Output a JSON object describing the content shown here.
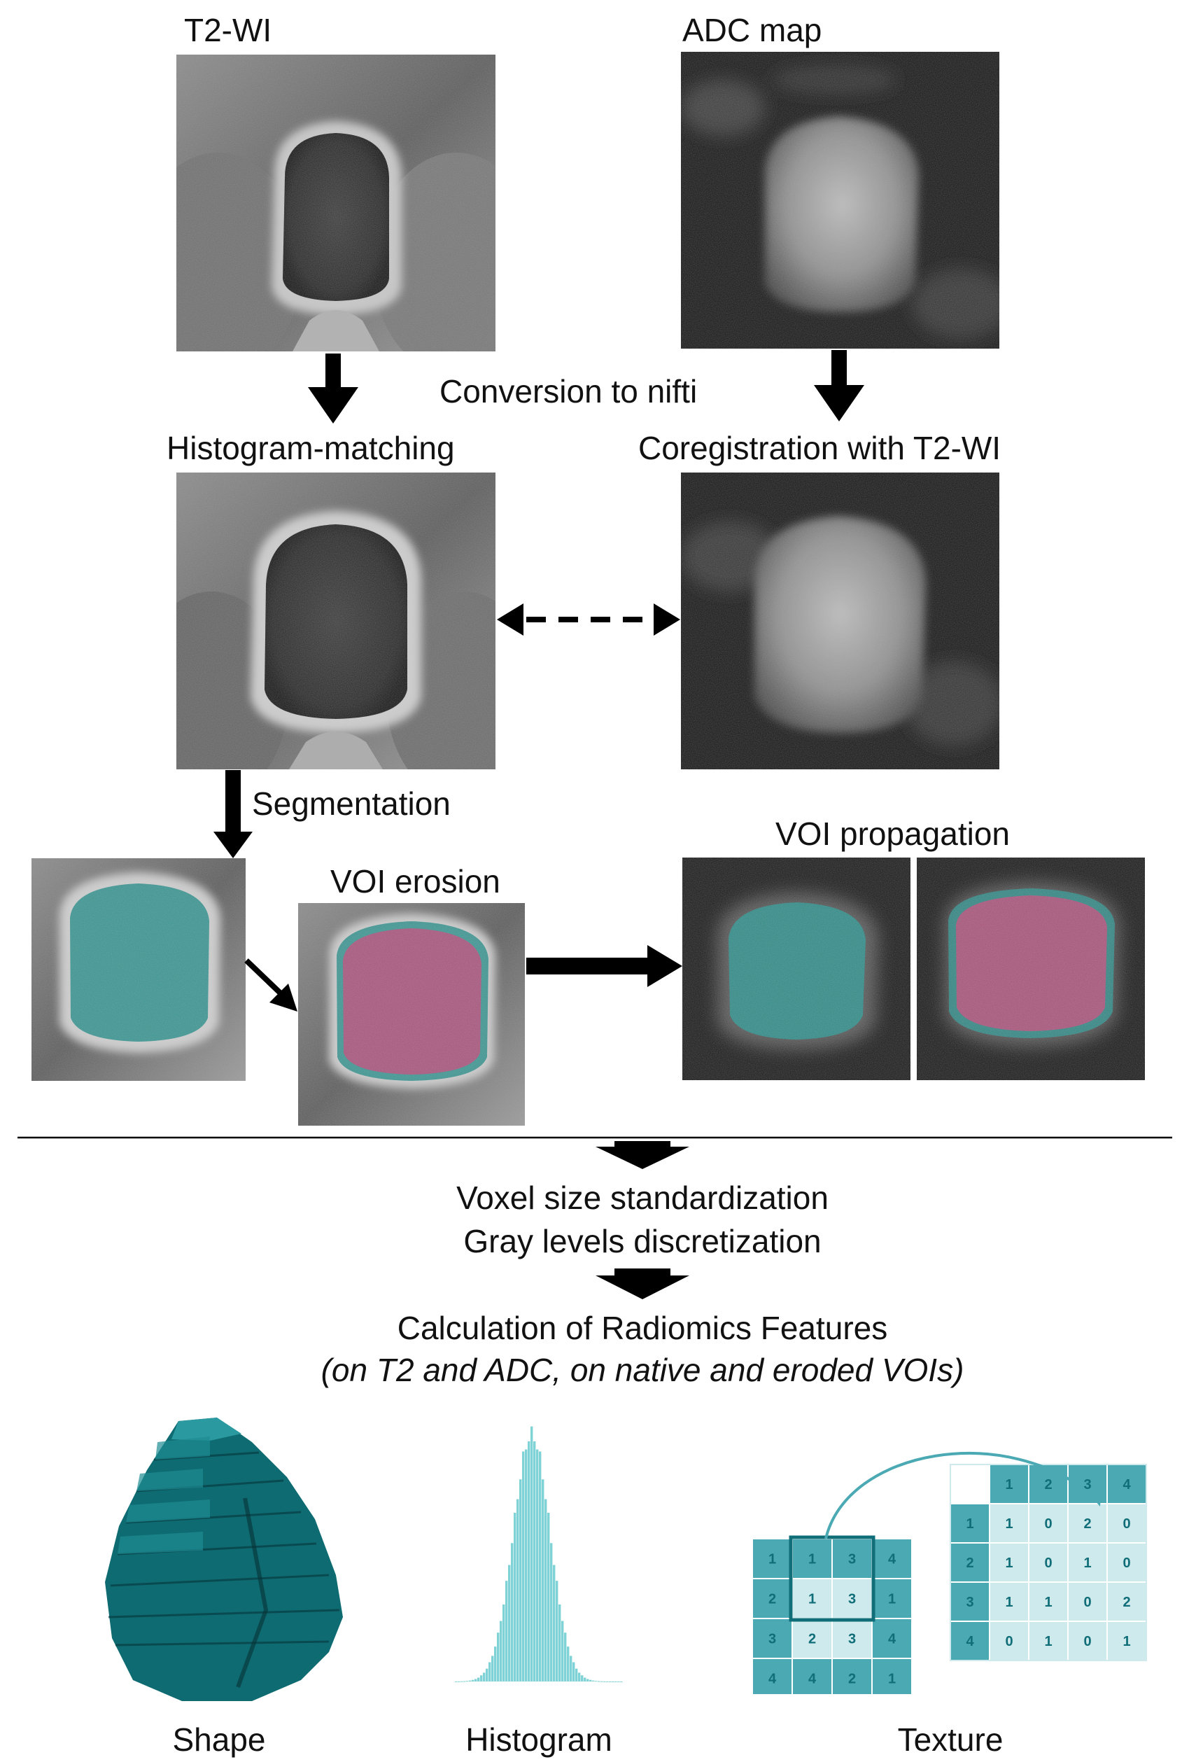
{
  "labels": {
    "t2wi": "T2-WI",
    "adc_map": "ADC map",
    "conversion": "Conversion to nifti",
    "histogram_matching": "Histogram-matching",
    "coregistration": "Coregistration with T2-WI",
    "segmentation": "Segmentation",
    "voi_erosion": "VOI erosion",
    "voi_propagation": "VOI propagation",
    "voxel_size": "Voxel size standardization",
    "gray_levels": "Gray levels discretization",
    "calculation": "Calculation of Radiomics Features",
    "calculation_note": "(on T2 and ADC, on native and eroded VOIs)",
    "shape": "Shape",
    "histogram": "Histogram",
    "texture": "Texture"
  },
  "colors": {
    "voi_native": "#2a8f8c",
    "voi_eroded": "#b34d7a",
    "shape_fill": "#0e6b72",
    "histogram_bars": "#7fd3d6",
    "texture_dark": "#4aa9b3",
    "texture_light": "#cfeaed",
    "texture_text": "#0f6e78"
  },
  "texture": {
    "image_matrix": [
      [
        "1",
        "1",
        "3",
        "4"
      ],
      [
        "2",
        "1",
        "3",
        "1"
      ],
      [
        "3",
        "2",
        "3",
        "4"
      ],
      [
        "4",
        "4",
        "2",
        "1"
      ]
    ],
    "glcm_header": [
      "1",
      "2",
      "3",
      "4"
    ],
    "glcm_rows": [
      {
        "label": "1",
        "values": [
          "1",
          "0",
          "2",
          "0"
        ]
      },
      {
        "label": "2",
        "values": [
          "1",
          "0",
          "1",
          "0"
        ]
      },
      {
        "label": "3",
        "values": [
          "1",
          "1",
          "0",
          "2"
        ]
      },
      {
        "label": "4",
        "values": [
          "0",
          "1",
          "0",
          "1"
        ]
      }
    ]
  }
}
